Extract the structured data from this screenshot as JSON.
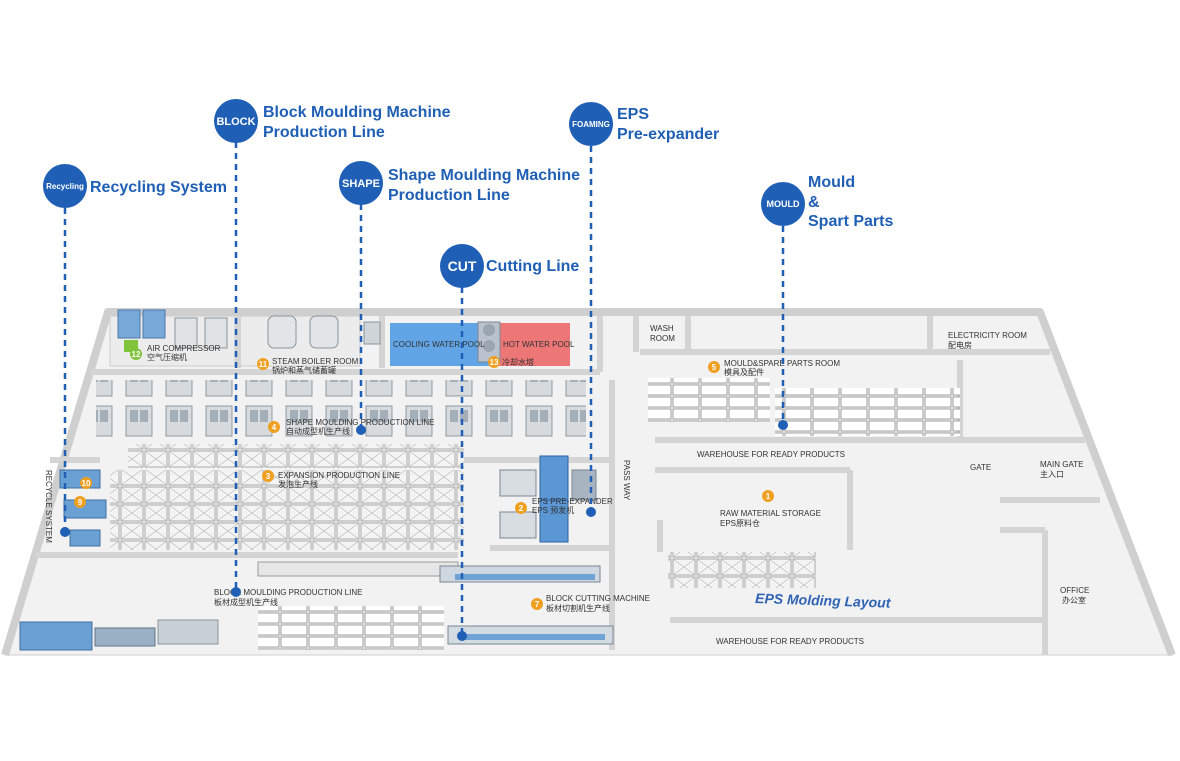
{
  "colors": {
    "callout_blue": "#1f5fb5",
    "floor": "#f3f3f3",
    "wall": "#d9d9d9",
    "cooling_pool": "#5aa0e6",
    "hot_pool": "#ec6f6f",
    "marker_orange": "#f0a020",
    "machine": "#8a9db0",
    "rack": "#cfcfcf"
  },
  "callouts": [
    {
      "badge": "Recycling",
      "title": "Recycling System"
    },
    {
      "badge": "BLOCK",
      "title_lines": [
        "Block Moulding Machine",
        "Production Line"
      ]
    },
    {
      "badge": "SHAPE",
      "title_lines": [
        "Shape Moulding Machine",
        "Production Line"
      ]
    },
    {
      "badge": "CUT",
      "title": "Cutting Line"
    },
    {
      "badge": "FOAMING",
      "title_lines": [
        "EPS",
        "Pre-expander"
      ]
    },
    {
      "badge": "MOULD",
      "title_lines": [
        "Mould",
        "&",
        "Spart Parts"
      ]
    }
  ],
  "rooms": {
    "air_compressor": {
      "num": "12",
      "en": "AIR COMPRESSOR",
      "cn": "空气压缩机"
    },
    "steam_boiler": {
      "num": "11",
      "en": "STEAM BOILER ROOM",
      "cn": "锅炉和蒸气储蓄罐"
    },
    "cooling_pool": {
      "en": "COOLING WATER POOL"
    },
    "hot_pool": {
      "en": "HOT WATER POOL"
    },
    "cooling_tower": {
      "num": "13",
      "cn": "冷却水塔"
    },
    "wash_room": {
      "en1": "WASH",
      "en2": "ROOM"
    },
    "electricity_room": {
      "en": "ELECTRICITY ROOM",
      "cn": "配电房"
    },
    "mould_spare": {
      "num": "5",
      "en": "MOULD&SPARE PARTS ROOM",
      "cn": "模具及配件"
    },
    "shape_line": {
      "num": "4",
      "en": "SHAPE MOULDING PRODUCTION LINE",
      "cn": "自动成型机生产线"
    },
    "expansion_line": {
      "num": "3",
      "en": "EXPANSION PRODUCTION LINE",
      "cn": "发泡生产线"
    },
    "recycle": {
      "num": "10",
      "en": "RECYCLE SYSTEM"
    },
    "recycle_num2": {
      "num": "9"
    },
    "eps_pre_expander": {
      "num": "2",
      "en": "EPS PRE-EXPANDER",
      "cn": "EPS 预发机"
    },
    "pass_way": {
      "en": "PASS WAY"
    },
    "warehouse_top": {
      "en": "WAREHOUSE FOR READY PRODUCTS"
    },
    "raw_material": {
      "num": "1",
      "en": "RAW MATERIAL STORAGE",
      "cn": "EPS原料仓"
    },
    "gate": {
      "en": "GATE"
    },
    "main_gate": {
      "en": "MAIN GATE",
      "cn": "主入口"
    },
    "office": {
      "en": "OFFICE",
      "cn": "办公室"
    },
    "block_line": {
      "en": "BLOCK MOULDING PRODUCTION LINE",
      "cn": "板材成型机生产线"
    },
    "block_cutting": {
      "num": "7",
      "en": "BLOCK CUTTING MACHINE",
      "cn": "板材切割机生产线"
    },
    "warehouse_bottom": {
      "en": "WAREHOUSE FOR READY PRODUCTS"
    },
    "layout_title": {
      "en": "EPS Molding Layout"
    }
  }
}
